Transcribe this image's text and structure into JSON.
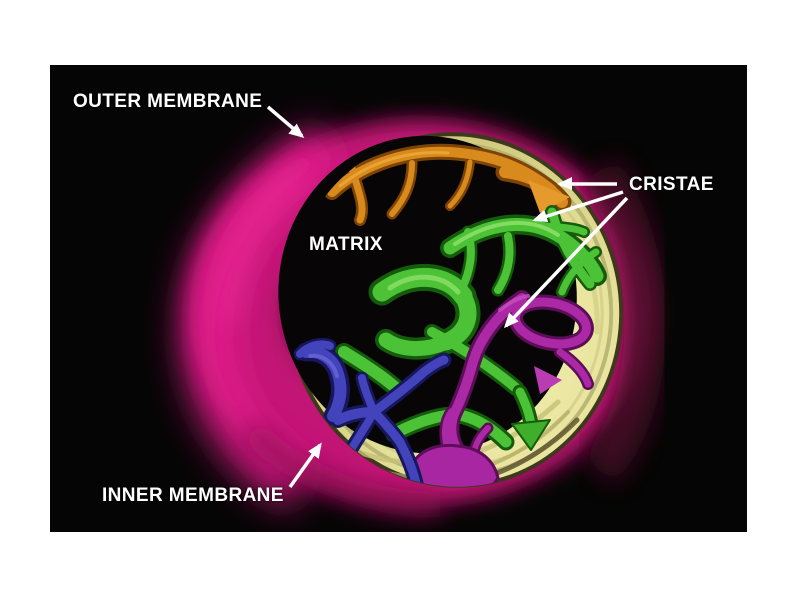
{
  "diagram": {
    "labels": {
      "outer_membrane": "OUTER MEMBRANE",
      "matrix": "MATRIX",
      "cristae": "CRISTAE",
      "inner_membrane": "INNER MEMBRANE"
    },
    "colors": {
      "page_background": "#ffffff",
      "panel_background": "#060505",
      "outer_membrane_pink": "#c81478",
      "outer_membrane_pink_bright": "#e81e90",
      "outer_membrane_maroon_edge": "#70093f",
      "inner_membrane_cream": "#e9e5a0",
      "membrane_rim_olive": "#b5b271",
      "matrix_black": "#070505",
      "crista_orange": "#d88a1c",
      "crista_green": "#4cc236",
      "crista_magenta": "#ab29a5",
      "crista_blue": "#4343bc",
      "label_text": "#ffffff",
      "arrow": "#ffffff"
    }
  }
}
